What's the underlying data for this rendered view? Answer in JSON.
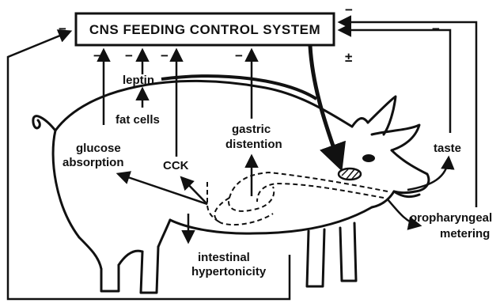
{
  "title": "CNS FEEDING CONTROL SYSTEM",
  "labels": {
    "leptin": "leptin",
    "fat_cells": "fat cells",
    "glucose_line1": "glucose",
    "glucose_line2": "absorption",
    "cck": "CCK",
    "gastric_line1": "gastric",
    "gastric_line2": "distention",
    "taste": "taste",
    "oro_line1": "oropharyngeal",
    "oro_line2": "metering",
    "intestinal_line1": "intestinal",
    "intestinal_line2": "hypertonicity"
  },
  "signs": {
    "left": "−",
    "leptin_left": "−",
    "leptin_right": "−",
    "cck": "−",
    "gastric": "−",
    "top_right": "−",
    "right": "−",
    "taste": "±"
  }
}
